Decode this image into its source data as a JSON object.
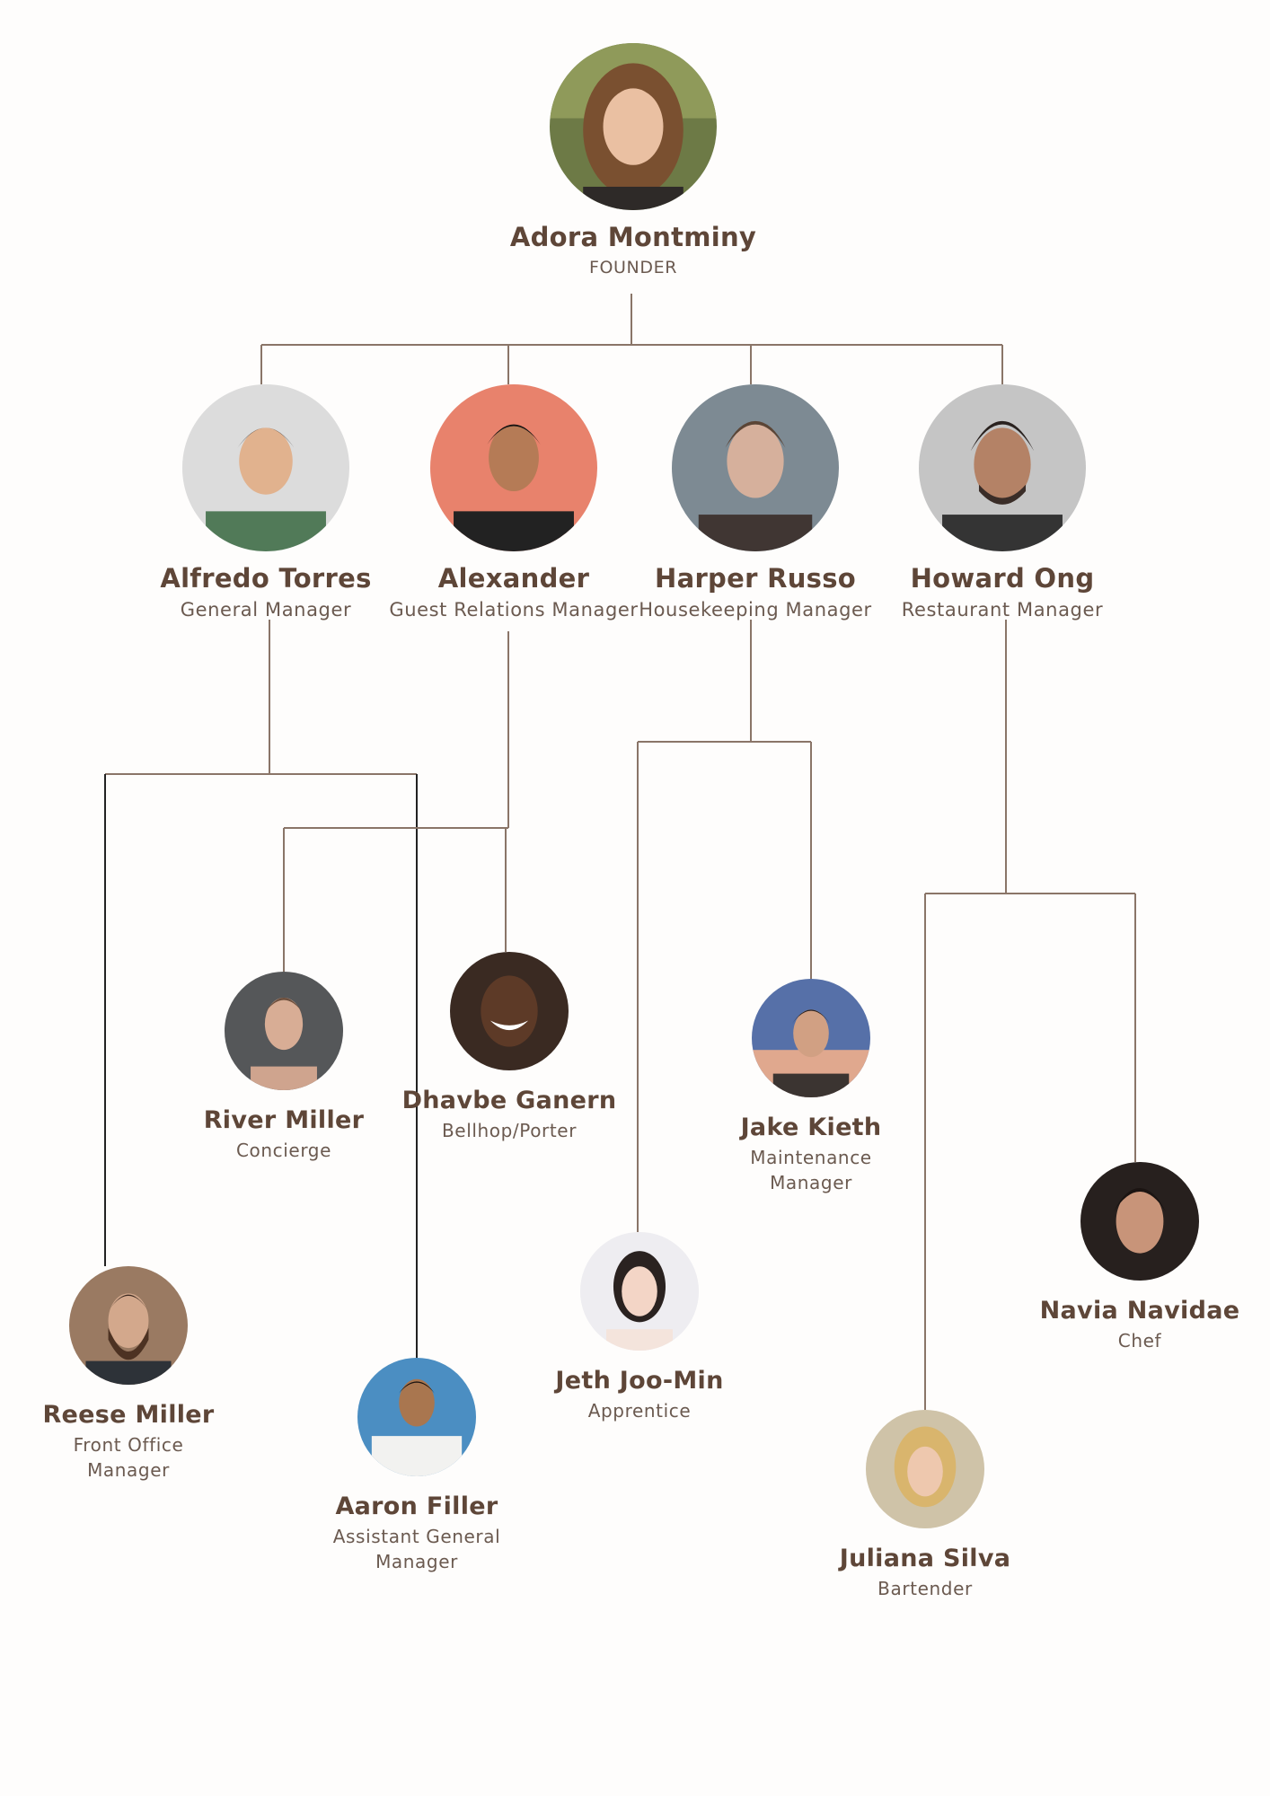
{
  "palette": {
    "line": "#8a7568",
    "name": "#5e4638",
    "role": "#6b5a50"
  },
  "founder": {
    "name": "Adora Montminy",
    "role": "FOUNDER"
  },
  "managers": [
    {
      "name": "Alfredo Torres",
      "role": "General Manager"
    },
    {
      "name": "Alexander",
      "role": "Guest Relations Manager"
    },
    {
      "name": "Harper Russo",
      "role": "Housekeeping Manager"
    },
    {
      "name": "Howard Ong",
      "role": "Restaurant Manager"
    }
  ],
  "staff": [
    {
      "name": "Reese Miller",
      "role": "Front Office\nManager"
    },
    {
      "name": "Aaron Filler",
      "role": "Assistant General\nManager"
    },
    {
      "name": "River Miller",
      "role": "Concierge"
    },
    {
      "name": "Dhavbe Ganern",
      "role": "Bellhop/Porter"
    },
    {
      "name": "Jeth Joo-Min",
      "role": "Apprentice"
    },
    {
      "name": "Jake Kieth",
      "role": "Maintenance\nManager"
    },
    {
      "name": "Navia Navidae",
      "role": "Chef"
    },
    {
      "name": "Juliana Silva",
      "role": "Bartender"
    }
  ]
}
